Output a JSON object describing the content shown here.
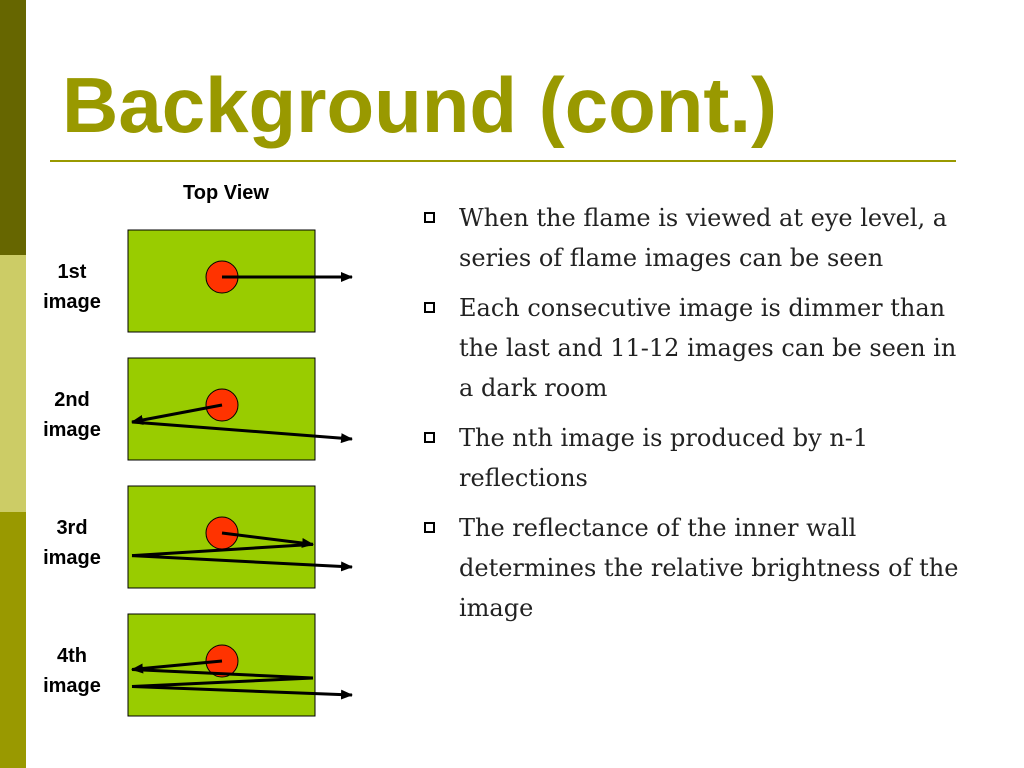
{
  "theme": {
    "sidebar_colors": [
      "#666600",
      "#cccc66",
      "#999900"
    ],
    "title_color": "#999900",
    "rule_color": "#999900",
    "panel_color": "#99cc00",
    "flame_color": "#ff3300",
    "arrow_color": "#000000"
  },
  "slide": {
    "title": "Background (cont.)"
  },
  "diagram": {
    "heading": "Top View",
    "panels": [
      {
        "label_line1": "1st",
        "label_line2": "image",
        "reflections": 0
      },
      {
        "label_line1": "2nd",
        "label_line2": "image",
        "reflections": 1
      },
      {
        "label_line1": "3rd",
        "label_line2": "image",
        "reflections": 2
      },
      {
        "label_line1": "4th",
        "label_line2": "image",
        "reflections": 3
      }
    ]
  },
  "bullets": [
    {
      "text": "When the flame is viewed at eye level, a series of flame images can be seen"
    },
    {
      "text": "Each consecutive image is dimmer than the last and 11-12 images can be seen in a dark room"
    },
    {
      "text": "The nth image is produced by n-1 reflections"
    },
    {
      "text": "The reflectance of the inner wall determines the relative brightness of the image"
    }
  ]
}
